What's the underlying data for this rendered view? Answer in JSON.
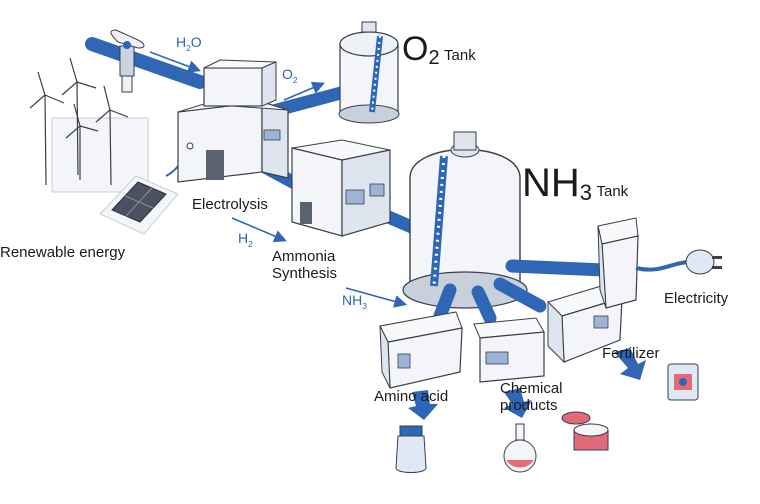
{
  "colors": {
    "pipe": "#2f66b6",
    "pipe_dark": "#1f4f96",
    "building_face": "#f3f5f8",
    "building_side": "#dfe5ee",
    "outline": "#3a3f4a",
    "accent_red": "#e36a78",
    "solar": "#4a5160"
  },
  "labels": {
    "renewable": "Renewable energy",
    "electrolysis": "Electrolysis",
    "ammonia_synthesis_line1": "Ammonia",
    "ammonia_synthesis_line2": "Synthesis",
    "electricity": "Electricity",
    "fertilizer": "Fertilizer",
    "amino_acid": "Amino acid",
    "chemical_products_line1": "Chemical",
    "chemical_products_line2": "products"
  },
  "flows": {
    "h2o": {
      "main": "H",
      "sub": "2",
      "tail": "O"
    },
    "o2": {
      "main": "O",
      "sub": "2"
    },
    "h2": {
      "main": "H",
      "sub": "2"
    },
    "nh3": {
      "main": "NH",
      "sub": "3"
    }
  },
  "tanks": {
    "o2": {
      "main": "O",
      "sub": "2",
      "word": "Tank"
    },
    "nh3": {
      "main": "NH",
      "sub": "3",
      "word": "Tank"
    }
  },
  "icons": [
    "water-tap-icon",
    "wind-turbine-icon",
    "solar-panel-icon",
    "arrow-icon",
    "plug-icon",
    "fertilizer-bag-icon",
    "bottle-icon",
    "flask-icon",
    "cosmetic-jar-icon"
  ]
}
